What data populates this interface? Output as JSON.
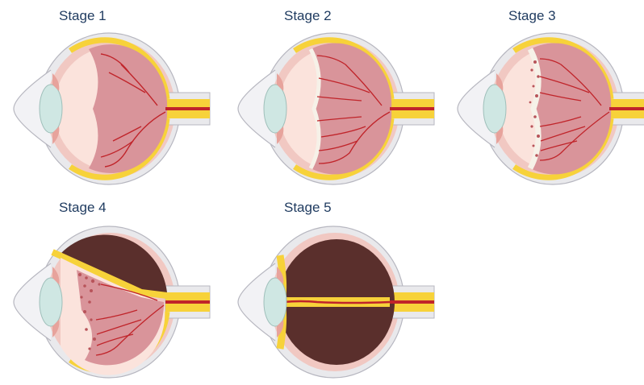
{
  "stages": [
    {
      "label": "Stage 1"
    },
    {
      "label": "Stage 2"
    },
    {
      "label": "Stage 3"
    },
    {
      "label": "Stage 4"
    },
    {
      "label": "Stage 5"
    }
  ],
  "colors": {
    "sclera": "#e9e9ec",
    "choroid": "#f1c8c2",
    "retina_yellow": "#f7d23a",
    "vitreous_front": "#fbe3dc",
    "vitreous_back": "#d9949a",
    "vessel": "#c0242a",
    "lens": "#cfe7e3",
    "dark_cavity": "#5a2f2c"
  }
}
